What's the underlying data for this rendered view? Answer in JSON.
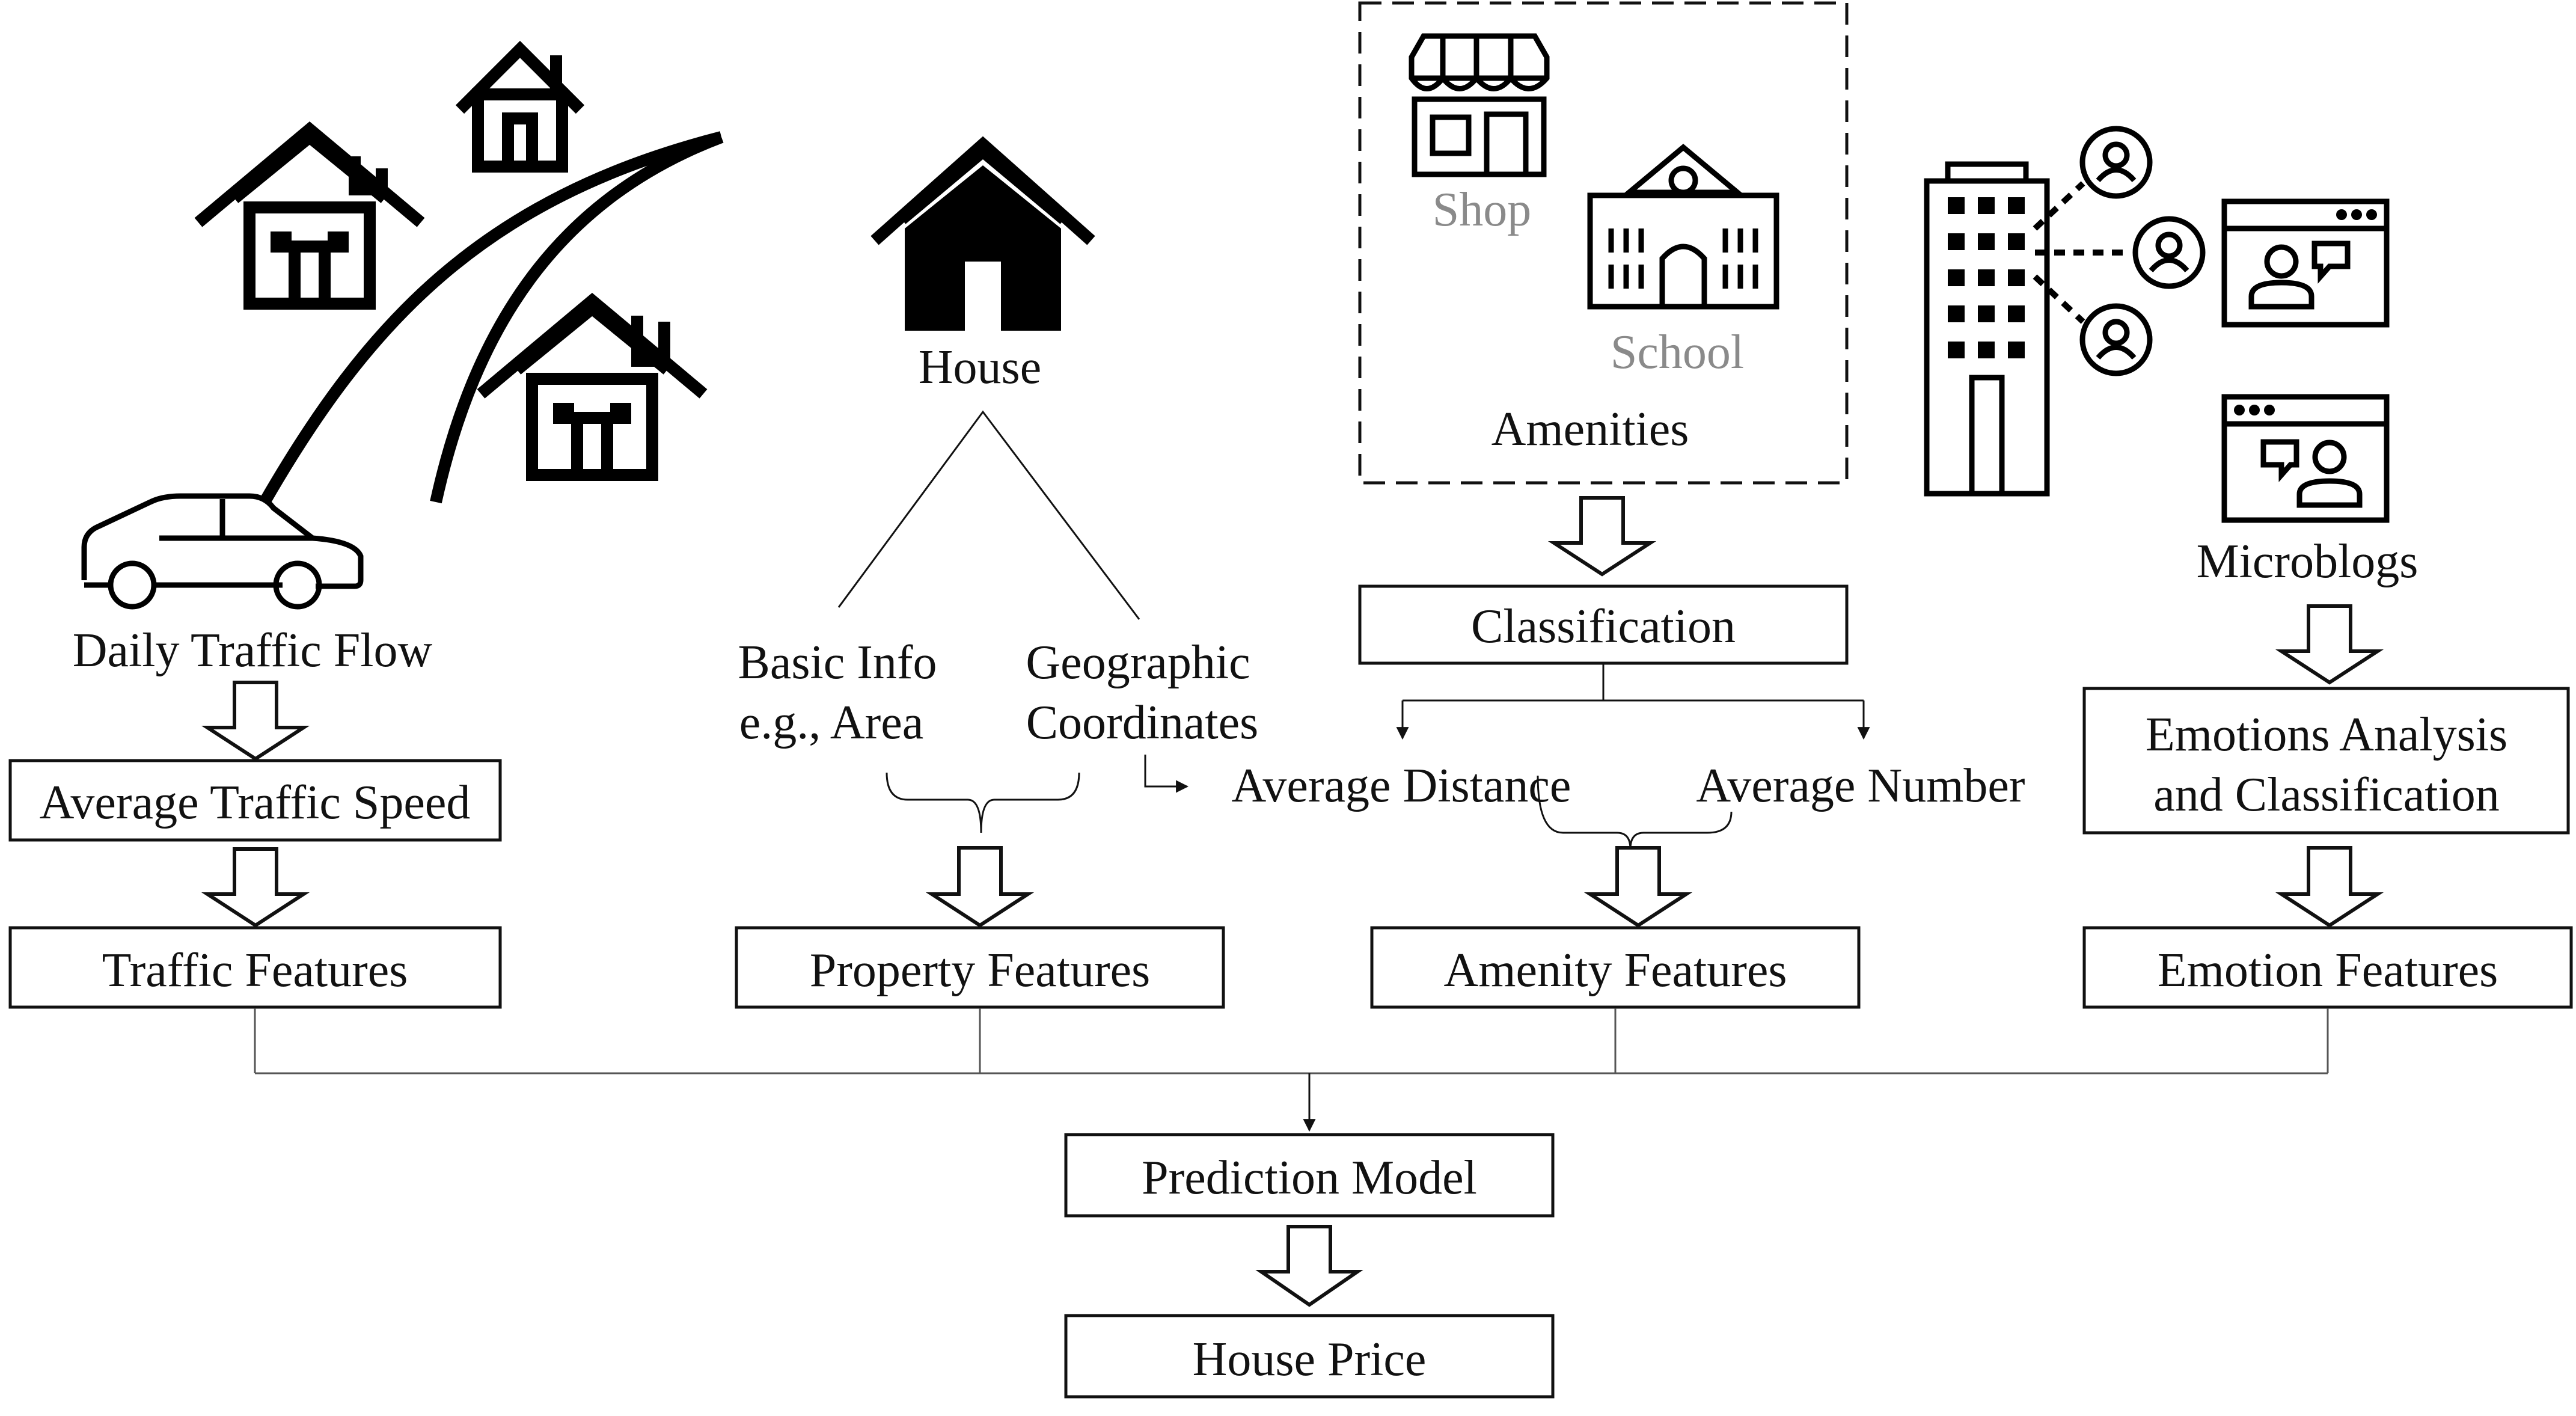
{
  "colors": {
    "ink": "#111111",
    "muted": "#8a8a8a",
    "background": "#ffffff"
  },
  "icons": [
    "house-cluster-icon",
    "road-icon",
    "car-icon",
    "house-icon",
    "shop-icon",
    "school-icon",
    "office-building-icon",
    "user-icon",
    "chat-window-icon"
  ],
  "traffic": {
    "source_label": "Daily Traffic Flow",
    "step_label": "Average Traffic Speed",
    "feature_label": "Traffic Features"
  },
  "property": {
    "source_label": "House",
    "basic_line1": "Basic Info",
    "basic_line2": "e.g., Area",
    "geo_line1": "Geographic",
    "geo_line2": "Coordinates",
    "feature_label": "Property Features"
  },
  "amenity": {
    "shop_label": "Shop",
    "school_label": "School",
    "group_label": "Amenities",
    "classification_label": "Classification",
    "avg_distance_label": "Average Distance",
    "avg_number_label": "Average Number",
    "feature_label": "Amenity Features"
  },
  "emotion": {
    "source_label": "Microblogs",
    "analysis_line1": "Emotions Analysis",
    "analysis_line2": "and Classification",
    "feature_label": "Emotion Features"
  },
  "output": {
    "model_label": "Prediction Model",
    "result_label": "House Price"
  }
}
